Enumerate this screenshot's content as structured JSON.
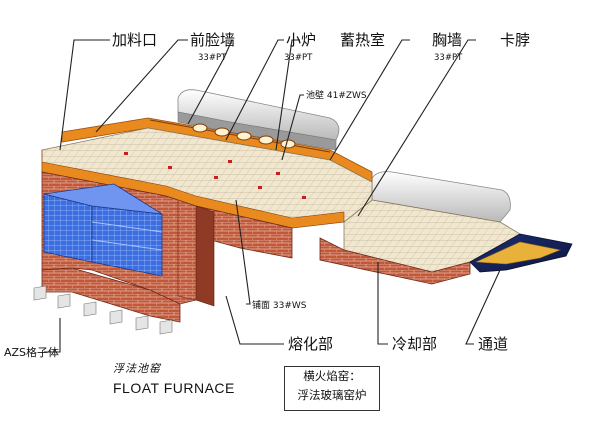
{
  "labels": {
    "feed_port": "加料口",
    "front_wall": "前脸墙",
    "front_wall_spec": "33#PT",
    "small_furnace": "小炉",
    "small_furnace_spec": "33#PT",
    "regenerator": "蓄热室",
    "breast_wall": "胸墙",
    "breast_wall_spec": "33#PT",
    "neck": "卡脖",
    "pool_wall": "池壁 41#ZWS",
    "paving": "铺面 33#WS",
    "melting": "熔化部",
    "cooling": "冷却部",
    "channel": "通道",
    "azs_checker": "AZS格子体"
  },
  "title": {
    "chinese": "浮法池窑",
    "english": "FLOAT FURNACE"
  },
  "note_box": {
    "line1": "横火焰窑：",
    "line2": "浮法玻璃窑炉"
  },
  "colors": {
    "brick": "#c2573a",
    "brick_dark": "#8e3a24",
    "tile": "#efe3c8",
    "orange": "#e88a1e",
    "blue": "#2f5fd6",
    "silver": "#d9d9d9"
  }
}
